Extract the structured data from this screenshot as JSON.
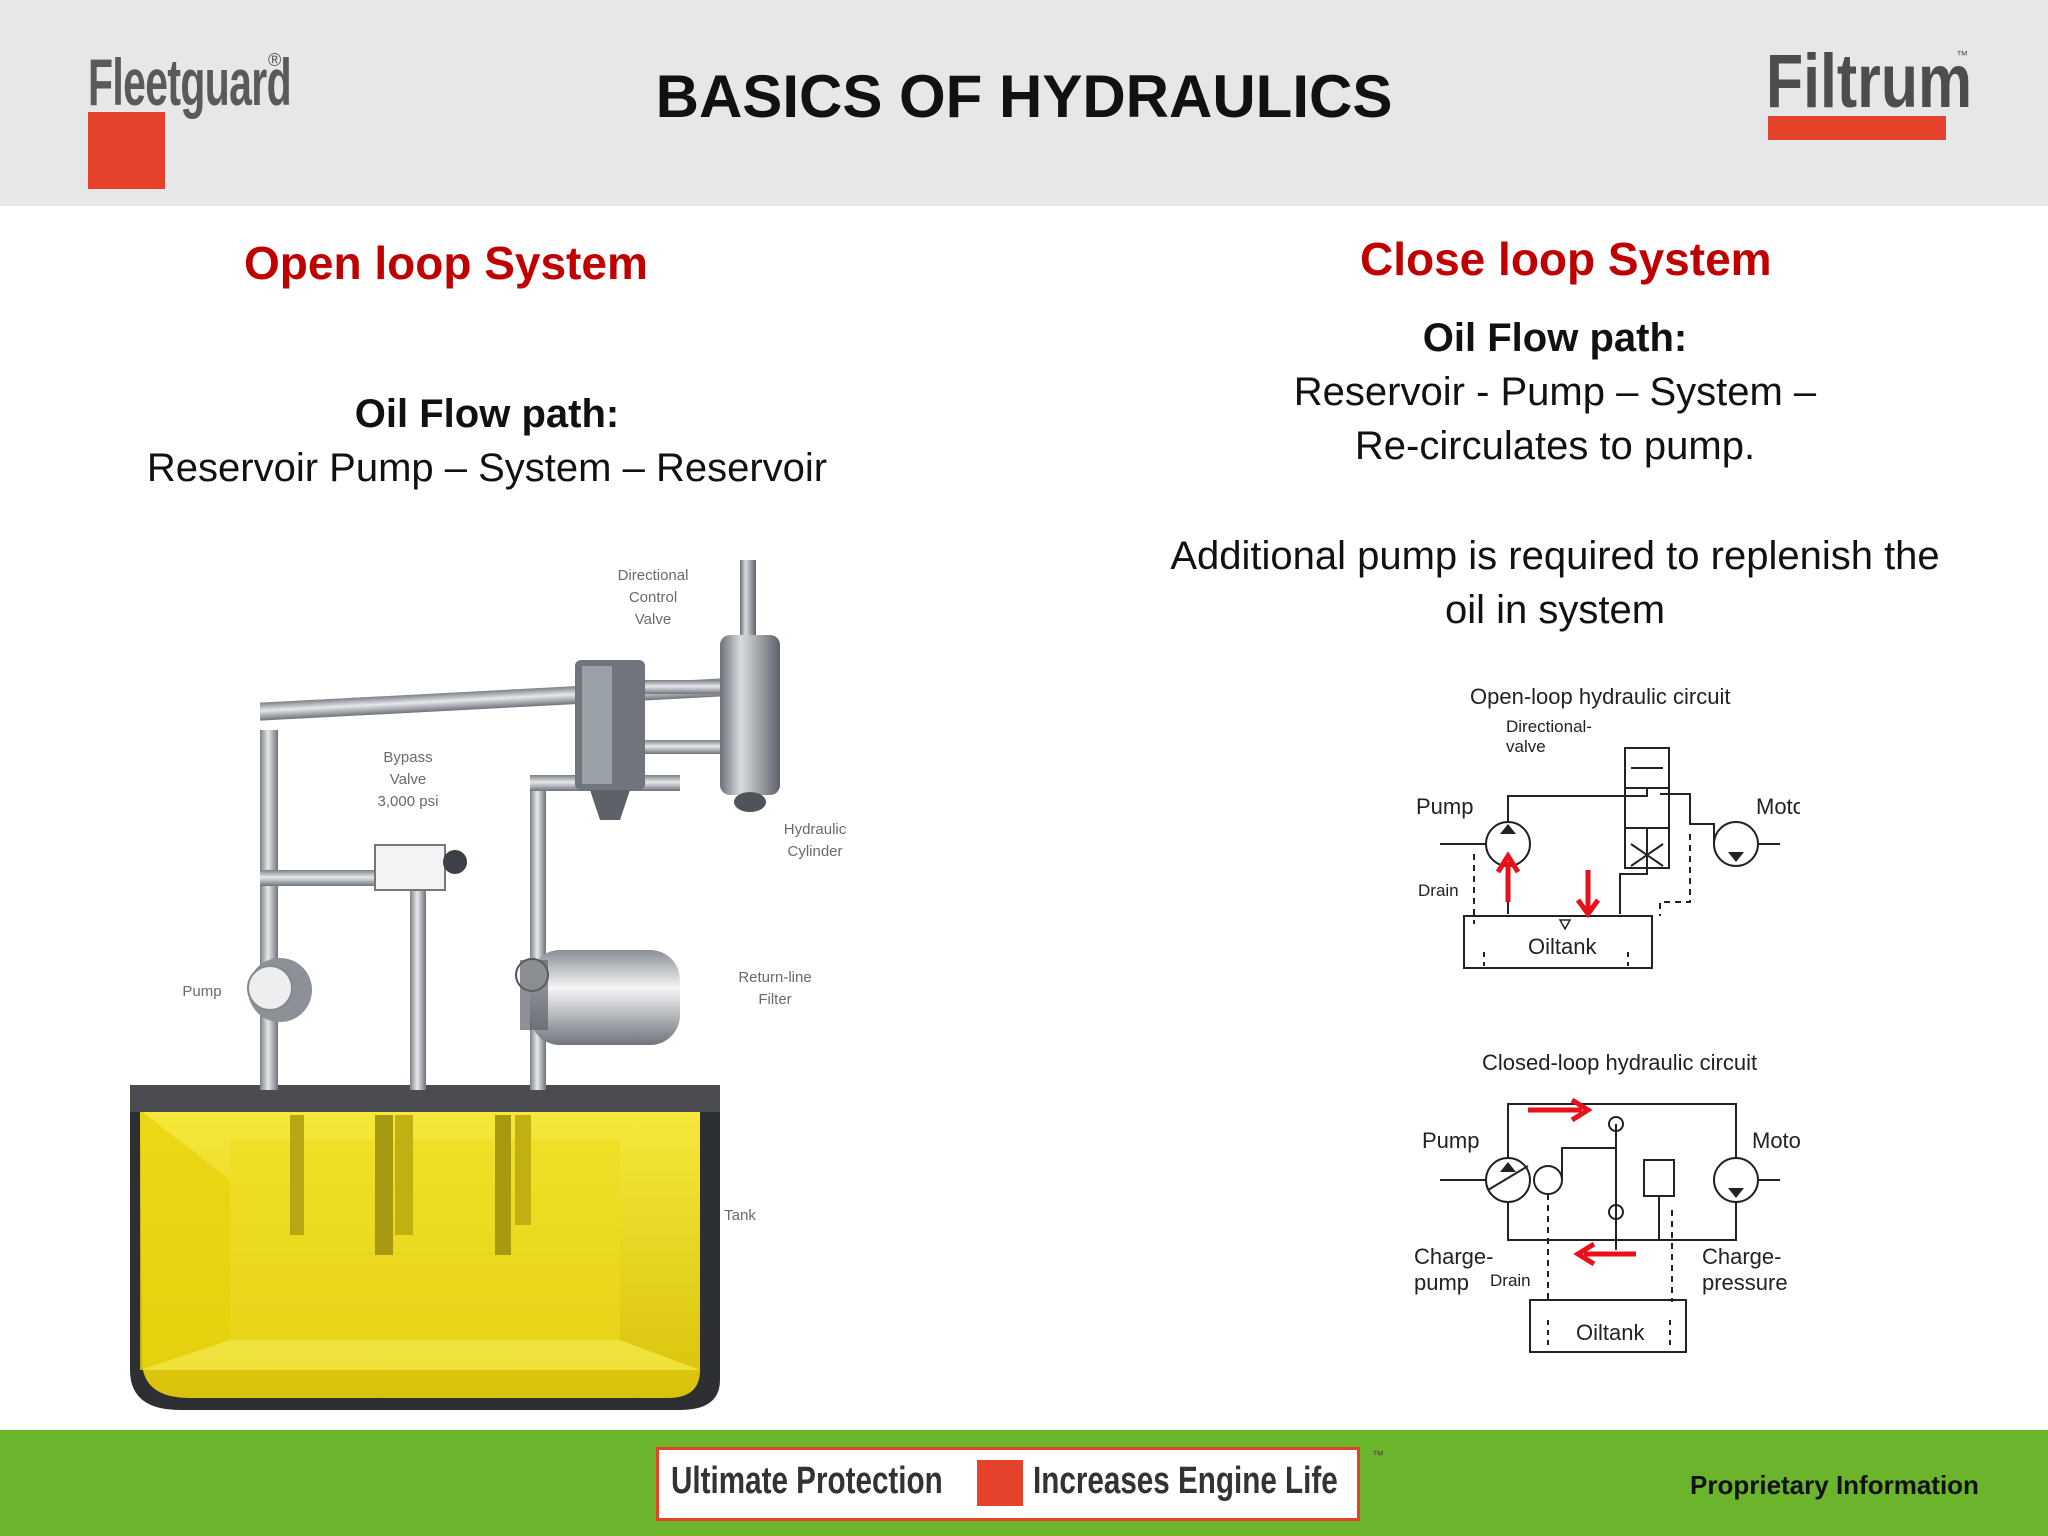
{
  "header": {
    "title": "BASICS OF HYDRAULICS",
    "left_logo": "Fleetguard",
    "left_logo_mark": "®",
    "right_logo": "Filtrum",
    "right_logo_mark": "™"
  },
  "left": {
    "heading": "Open loop System",
    "flow_label": "Oil Flow path:",
    "flow_text": "Reservoir  Pump – System – Reservoir",
    "diagram": {
      "directional_control_valve": [
        "Directional",
        "Control",
        "Valve"
      ],
      "bypass_valve": [
        "Bypass",
        "Valve",
        "3,000 psi"
      ],
      "hydraulic_cylinder": [
        "Hydraulic",
        "Cylinder"
      ],
      "pump": "Pump",
      "return_line_filter": [
        "Return-line",
        "Filter"
      ],
      "tank": "Tank"
    }
  },
  "right": {
    "heading": "Close loop System",
    "flow_label": "Oil Flow path:",
    "flow_line1": "Reservoir  -  Pump – System –",
    "flow_line2": "Re-circulates to pump.",
    "note_line1": "Additional pump is required to replenish the",
    "note_line2": "oil in system",
    "open_circuit": {
      "title": "Open-loop hydraulic circuit",
      "directional_valve": [
        "Directional-",
        "valve"
      ],
      "pump": "Pump",
      "motor": "Motor",
      "drain": "Drain",
      "oiltank": "Oiltank"
    },
    "closed_circuit": {
      "title": "Closed-loop hydraulic circuit",
      "pump": "Pump",
      "motor": "Motor",
      "charge_pump": [
        "Charge-",
        "pump"
      ],
      "drain": "Drain",
      "charge_pressure": [
        "Charge-",
        "pressure"
      ],
      "oiltank": "Oiltank"
    }
  },
  "footer": {
    "tagline_left": "Ultimate Protection",
    "tagline_right": "Increases Engine Life",
    "tagline_mark": "™",
    "proprietary": "Proprietary Information"
  },
  "colors": {
    "header_bg": "#e6e7e9",
    "heading_red": "#c00000",
    "brand_red": "#e5422b",
    "footer_green": "#6bb52d",
    "tank_yellow": "#f2e01a",
    "arrow_red": "#e8101a"
  }
}
